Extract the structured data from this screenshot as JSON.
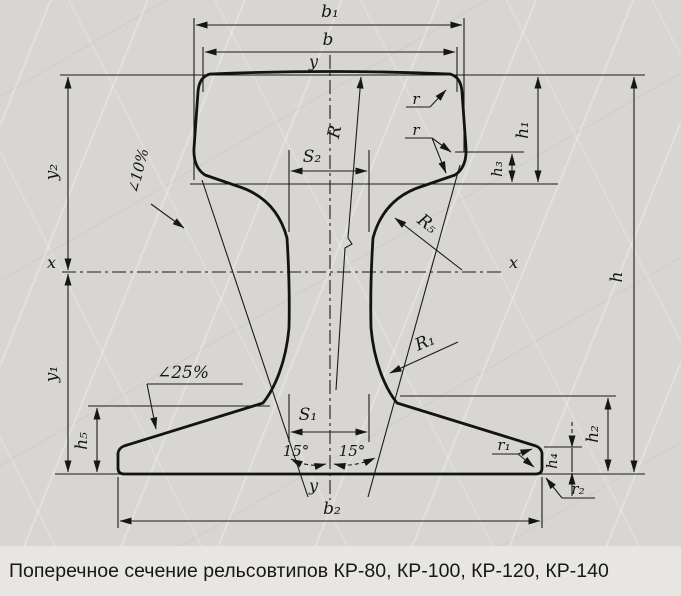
{
  "caption": "Поперечное сечение рельсовтипов КР-80, КР-100, КР-120, КР-140",
  "drawing": {
    "type": "engineering-cross-section",
    "subject": "rail profile",
    "rail_types": [
      "КР-80",
      "КР-100",
      "КР-120",
      "КР-140"
    ]
  },
  "labels": {
    "b1": "b₁",
    "b": "b",
    "b2": "b₂",
    "y_axis_top": "y",
    "y_axis_bottom": "y",
    "x_axis_left": "x",
    "x_axis_right": "x",
    "y2": "y₂",
    "y1": "y₁",
    "h": "h",
    "h1": "h₁",
    "h2": "h₂",
    "h3": "h₃",
    "h4": "h₄",
    "h5": "h₅",
    "s2": "S₂",
    "s1": "S₁",
    "r_head_crown": "R",
    "r5_neck": "R₅",
    "r1_web_foot": "R₁",
    "r_top_corner": "r",
    "r_side_corner": "r",
    "r1_foot_edge": "r₁",
    "r2_foot_bottom": "r₂",
    "slope_head": "∠10%",
    "slope_foot": "∠25%",
    "angle_left": "15°",
    "angle_right": "15°"
  },
  "colors": {
    "line": "#161616",
    "background": "#d7d6d3",
    "caption_background": "#e7e6e3",
    "caption_text": "#171717"
  }
}
